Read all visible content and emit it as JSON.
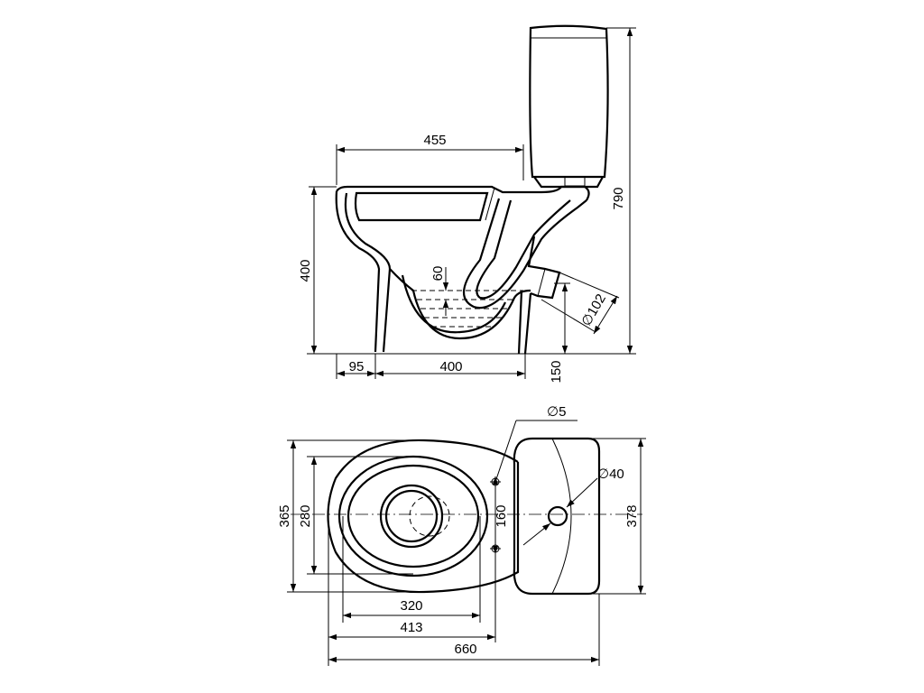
{
  "side_view": {
    "dim_455": "455",
    "dim_790": "790",
    "dim_400_height": "400",
    "dim_60": "60",
    "dim_102": "∅102",
    "dim_95": "95",
    "dim_400_base": "400",
    "dim_150": "150"
  },
  "top_view": {
    "dim_5": "∅5",
    "dim_40": "∅40",
    "dim_365": "365",
    "dim_280": "280",
    "dim_160": "160",
    "dim_378": "378",
    "dim_320": "320",
    "dim_413": "413",
    "dim_660": "660"
  }
}
